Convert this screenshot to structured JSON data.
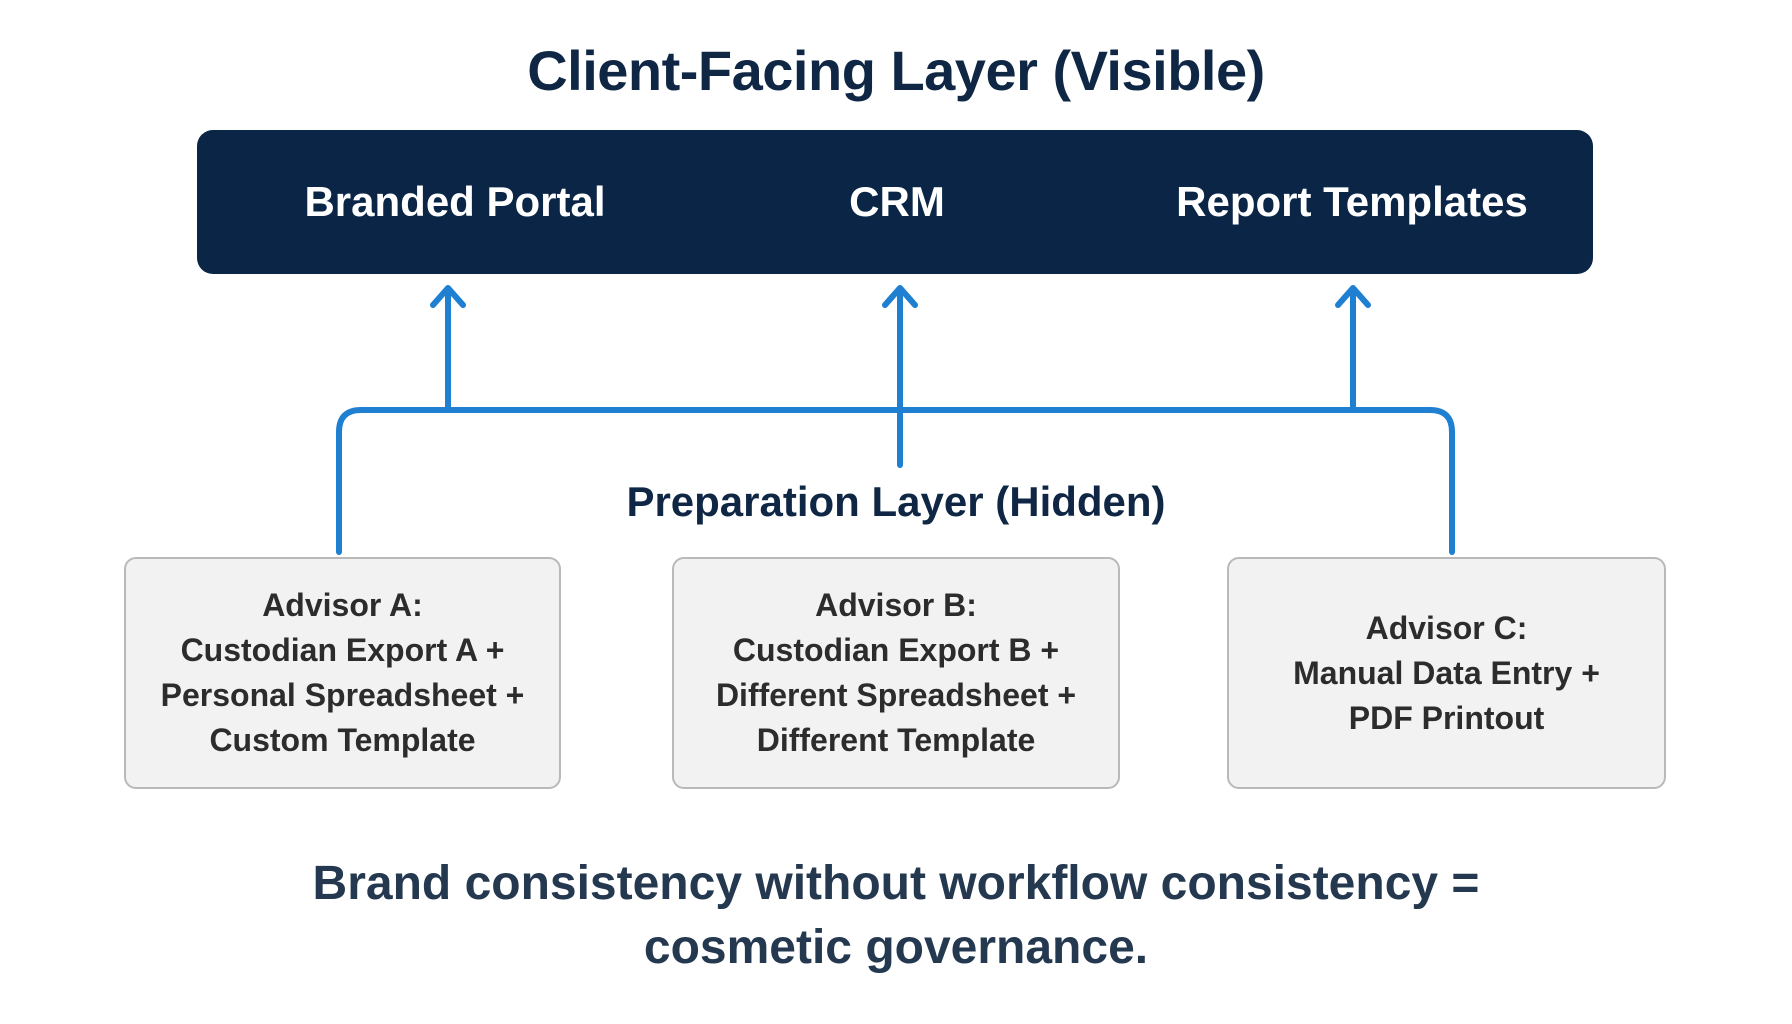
{
  "title": "Client-Facing Layer (Visible)",
  "client_layer": {
    "items": [
      {
        "label": "Branded Portal"
      },
      {
        "label": "CRM"
      },
      {
        "label": "Report Templates"
      }
    ]
  },
  "preparation_layer": {
    "label": "Preparation Layer (Hidden)"
  },
  "advisors": [
    {
      "lines": [
        "Advisor A:",
        "Custodian Export A +",
        "Personal Spreadsheet +",
        "Custom Template"
      ]
    },
    {
      "lines": [
        "Advisor B:",
        "Custodian Export B +",
        "Different Spreadsheet +",
        "Different Template"
      ]
    },
    {
      "lines": [
        "Advisor C:",
        "Manual Data Entry +",
        "PDF Printout"
      ]
    }
  ],
  "conclusion": {
    "line1": "Brand consistency without workflow consistency =",
    "line2": "cosmetic governance."
  },
  "colors": {
    "title": "#0f2744",
    "top_bar": "#0a2545",
    "connector": "#1f7fd1",
    "box_fill": "#f2f2f2",
    "box_border": "#b9b9b9"
  }
}
